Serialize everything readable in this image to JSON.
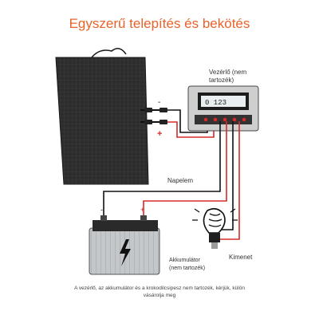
{
  "title": "Egyszerű telepítés és bekötés",
  "labels": {
    "controller": "Vezérlő (nem tartozék)",
    "panel": "Napelem",
    "battery_1": "Akkumulátor",
    "battery_2": "(nem tartozék)",
    "output": "Kimenet",
    "display_text": "0 123",
    "minus": "-",
    "plus": "+"
  },
  "footnote": "A vezérlő, az akkumulátor és a krokodilcsipesz nem tartozék, kérjük, külön vásárolja meg",
  "colors": {
    "title": "#e8632b",
    "positive_wire": "#d62a2a",
    "negative_wire": "#111111",
    "panel": "#2f2f2f",
    "battery": "#b9bcbf",
    "controller": "#cfcfcf"
  }
}
